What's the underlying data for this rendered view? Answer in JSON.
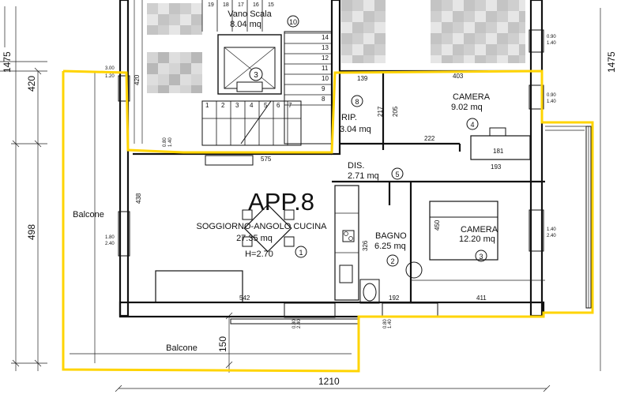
{
  "plan": {
    "apartment_title": "APP.8",
    "accent_color": "#ffd400",
    "blur_colors": [
      "#e6e6e6",
      "#d4d4d4",
      "#c4c4c4",
      "#b8b8b8",
      "#cfcfcf",
      "#dedede"
    ],
    "rooms": [
      {
        "name": "Vano Scala",
        "area": "8.04 mq",
        "number": "10"
      },
      {
        "name": "RIP.",
        "area": "3.04 mq",
        "number": "8"
      },
      {
        "name": "CAMERA",
        "area": "9.02 mq",
        "number": "4"
      },
      {
        "name": "DIS.",
        "area": "2.71 mq",
        "number": "5"
      },
      {
        "name": "SOGGIORNO-ANGOLO CUCINA",
        "area": "27.35 mq",
        "height": "H=2.70",
        "number": "1"
      },
      {
        "name": "BAGNO",
        "area": "6.25 mq",
        "number": "2"
      },
      {
        "name": "CAMERA",
        "area": "12.20 mq",
        "number": "3"
      }
    ],
    "lift_number": "3",
    "balcony_labels": [
      "Balcone",
      "Balcone"
    ],
    "stair_steps": [
      "14",
      "13",
      "12",
      "11",
      "10",
      "9",
      "8",
      "7",
      "1",
      "2",
      "3",
      "4",
      "5",
      "6"
    ],
    "stair_top_marks": [
      "19",
      "18",
      "17",
      "16",
      "15"
    ],
    "dimensions": {
      "left_total": "1475",
      "right_total": "1475",
      "left_upper": "420",
      "left_lower": "498",
      "bottom_total": "1210",
      "bottom_balcony": "150",
      "stair_width": "420",
      "upper_width_575": "575",
      "rip_width": "139",
      "camera_top": "403",
      "rip_217": "217",
      "rip_205": "205",
      "dis_222": "222",
      "wardrobe_181": "181",
      "camera_193": "193",
      "living_438": "438",
      "living_542": "542",
      "bagno_326": "326",
      "bagno_192": "192",
      "camera_450": "450",
      "camera_bottom": "411"
    },
    "window_sills": {
      "left_top": [
        "3.00",
        "1.20"
      ],
      "left_mid": [
        "1.80",
        "2.40"
      ],
      "right_top1": [
        "0.90",
        "1.40"
      ],
      "right_top2": [
        "0.90",
        "1.40"
      ],
      "right_mid": [
        "1.40",
        "2.40"
      ],
      "bottom_left": [
        "0.80",
        "2.40"
      ],
      "bottom_mid": [
        "0.80",
        "1.40"
      ]
    },
    "stair_arrow_label": [
      "0.80",
      "1.40"
    ]
  }
}
